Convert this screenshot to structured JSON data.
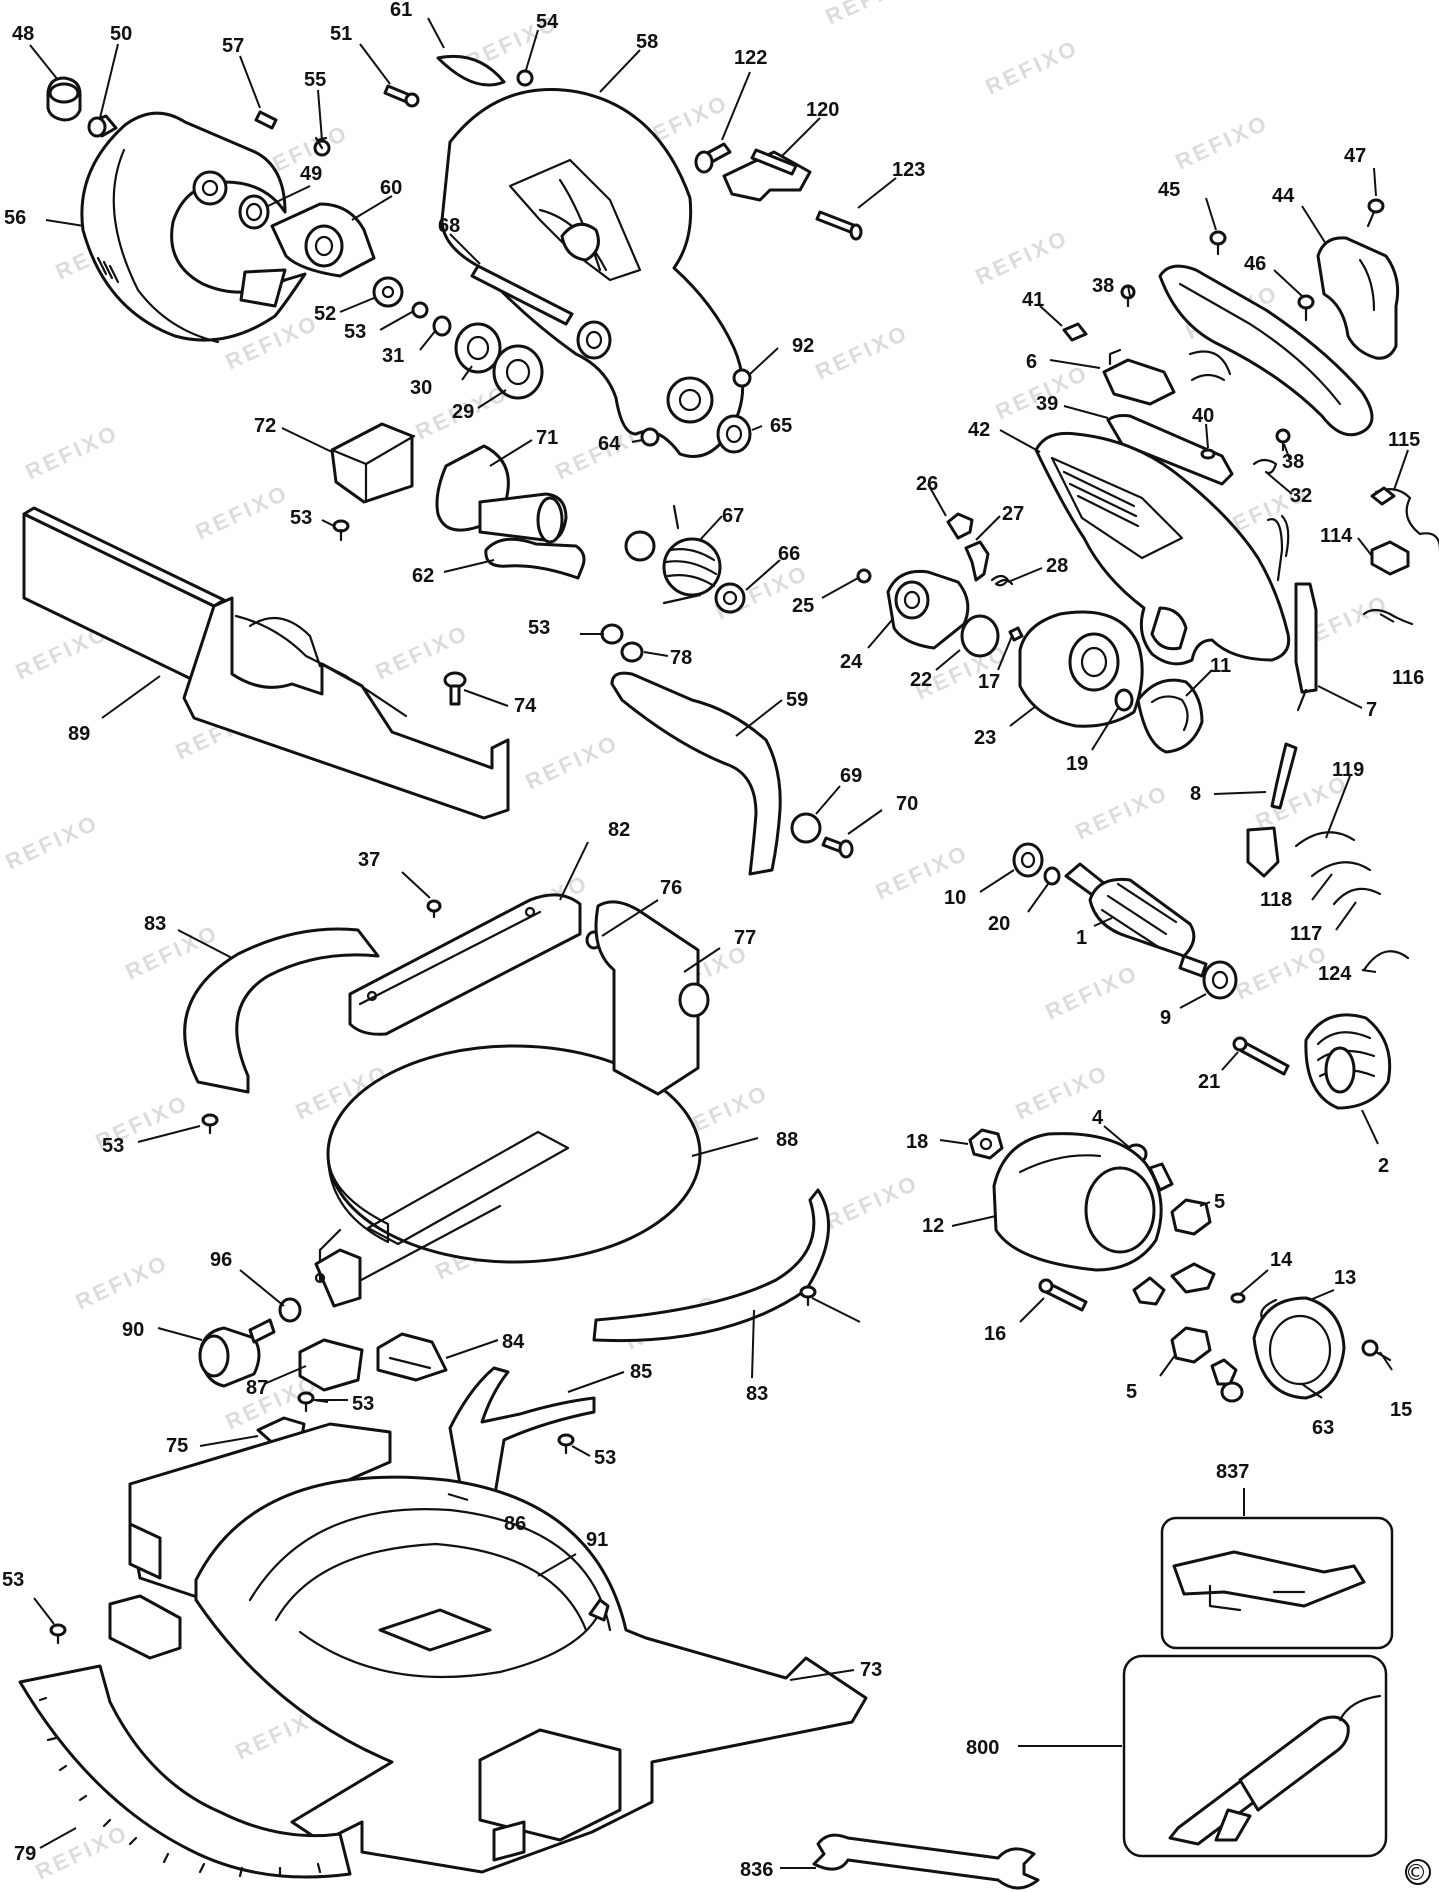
{
  "watermark": "REFIXO",
  "copyright_symbol": "©",
  "callouts": [
    "48",
    "50",
    "57",
    "61",
    "54",
    "51",
    "55",
    "58",
    "122",
    "120",
    "123",
    "56",
    "49",
    "60",
    "68",
    "47",
    "45",
    "44",
    "46",
    "38",
    "41",
    "52",
    "53",
    "31",
    "30",
    "29",
    "92",
    "65",
    "64",
    "72",
    "71",
    "6",
    "39",
    "40",
    "42",
    "38",
    "32",
    "115",
    "53",
    "67",
    "66",
    "26",
    "27",
    "28",
    "25",
    "114",
    "62",
    "24",
    "22",
    "17",
    "23",
    "11",
    "19",
    "89",
    "74",
    "53",
    "78",
    "59",
    "7",
    "116",
    "69",
    "70",
    "8",
    "119",
    "118",
    "117",
    "82",
    "37",
    "76",
    "83",
    "77",
    "10",
    "20",
    "1",
    "9",
    "124",
    "53",
    "88",
    "21",
    "2",
    "4",
    "18",
    "5",
    "12",
    "14",
    "13",
    "16",
    "96",
    "90",
    "84",
    "87",
    "53",
    "85",
    "83",
    "5",
    "63",
    "15",
    "75",
    "53",
    "86",
    "91",
    "837",
    "53",
    "73",
    "800",
    "79",
    "836"
  ],
  "title_block": {}
}
